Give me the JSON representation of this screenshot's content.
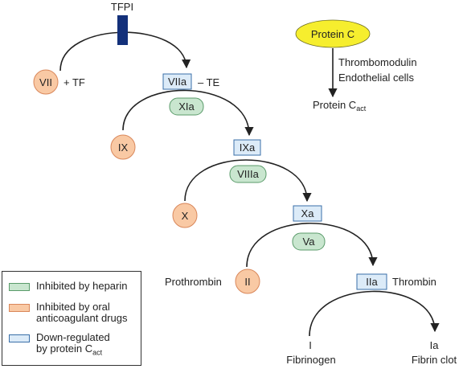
{
  "colors": {
    "heparin_fill": "#c9e6cf",
    "heparin_stroke": "#5a9b6a",
    "oral_fill": "#f9c9a4",
    "oral_stroke": "#d9875a",
    "protc_fill": "#dcebf8",
    "protc_stroke": "#3a6fa8",
    "tfpi_bar": "#13307a",
    "proteinC_fill": "#f6ee2e"
  },
  "tfpi": {
    "label": "TFPI"
  },
  "nodes": {
    "vii": "VII",
    "tf": "+ TF",
    "viia": "VIIa",
    "te": "– TE",
    "xia": "XIa",
    "ix": "IX",
    "ixa": "IXa",
    "viiia": "VIIIa",
    "x": "X",
    "xa": "Xa",
    "va": "Va",
    "prothrombin": "Prothrombin",
    "ii": "II",
    "iia": "IIa",
    "thrombin": "Thrombin",
    "i": "I",
    "fibrinogen": "Fibrinogen",
    "ia": "Ia",
    "fibrin_clot": "Fibrin clot"
  },
  "protein_c": {
    "label": "Protein C",
    "line1": "Thrombomodulin",
    "line2": "Endothelial cells",
    "product": "Protein C",
    "product_sub": "act"
  },
  "legend": {
    "heparin": "Inhibited by heparin",
    "oral": "Inhibited by oral\nanticoagulant drugs",
    "protc": "Down-regulated\nby protein C",
    "protc_sub": "act"
  }
}
